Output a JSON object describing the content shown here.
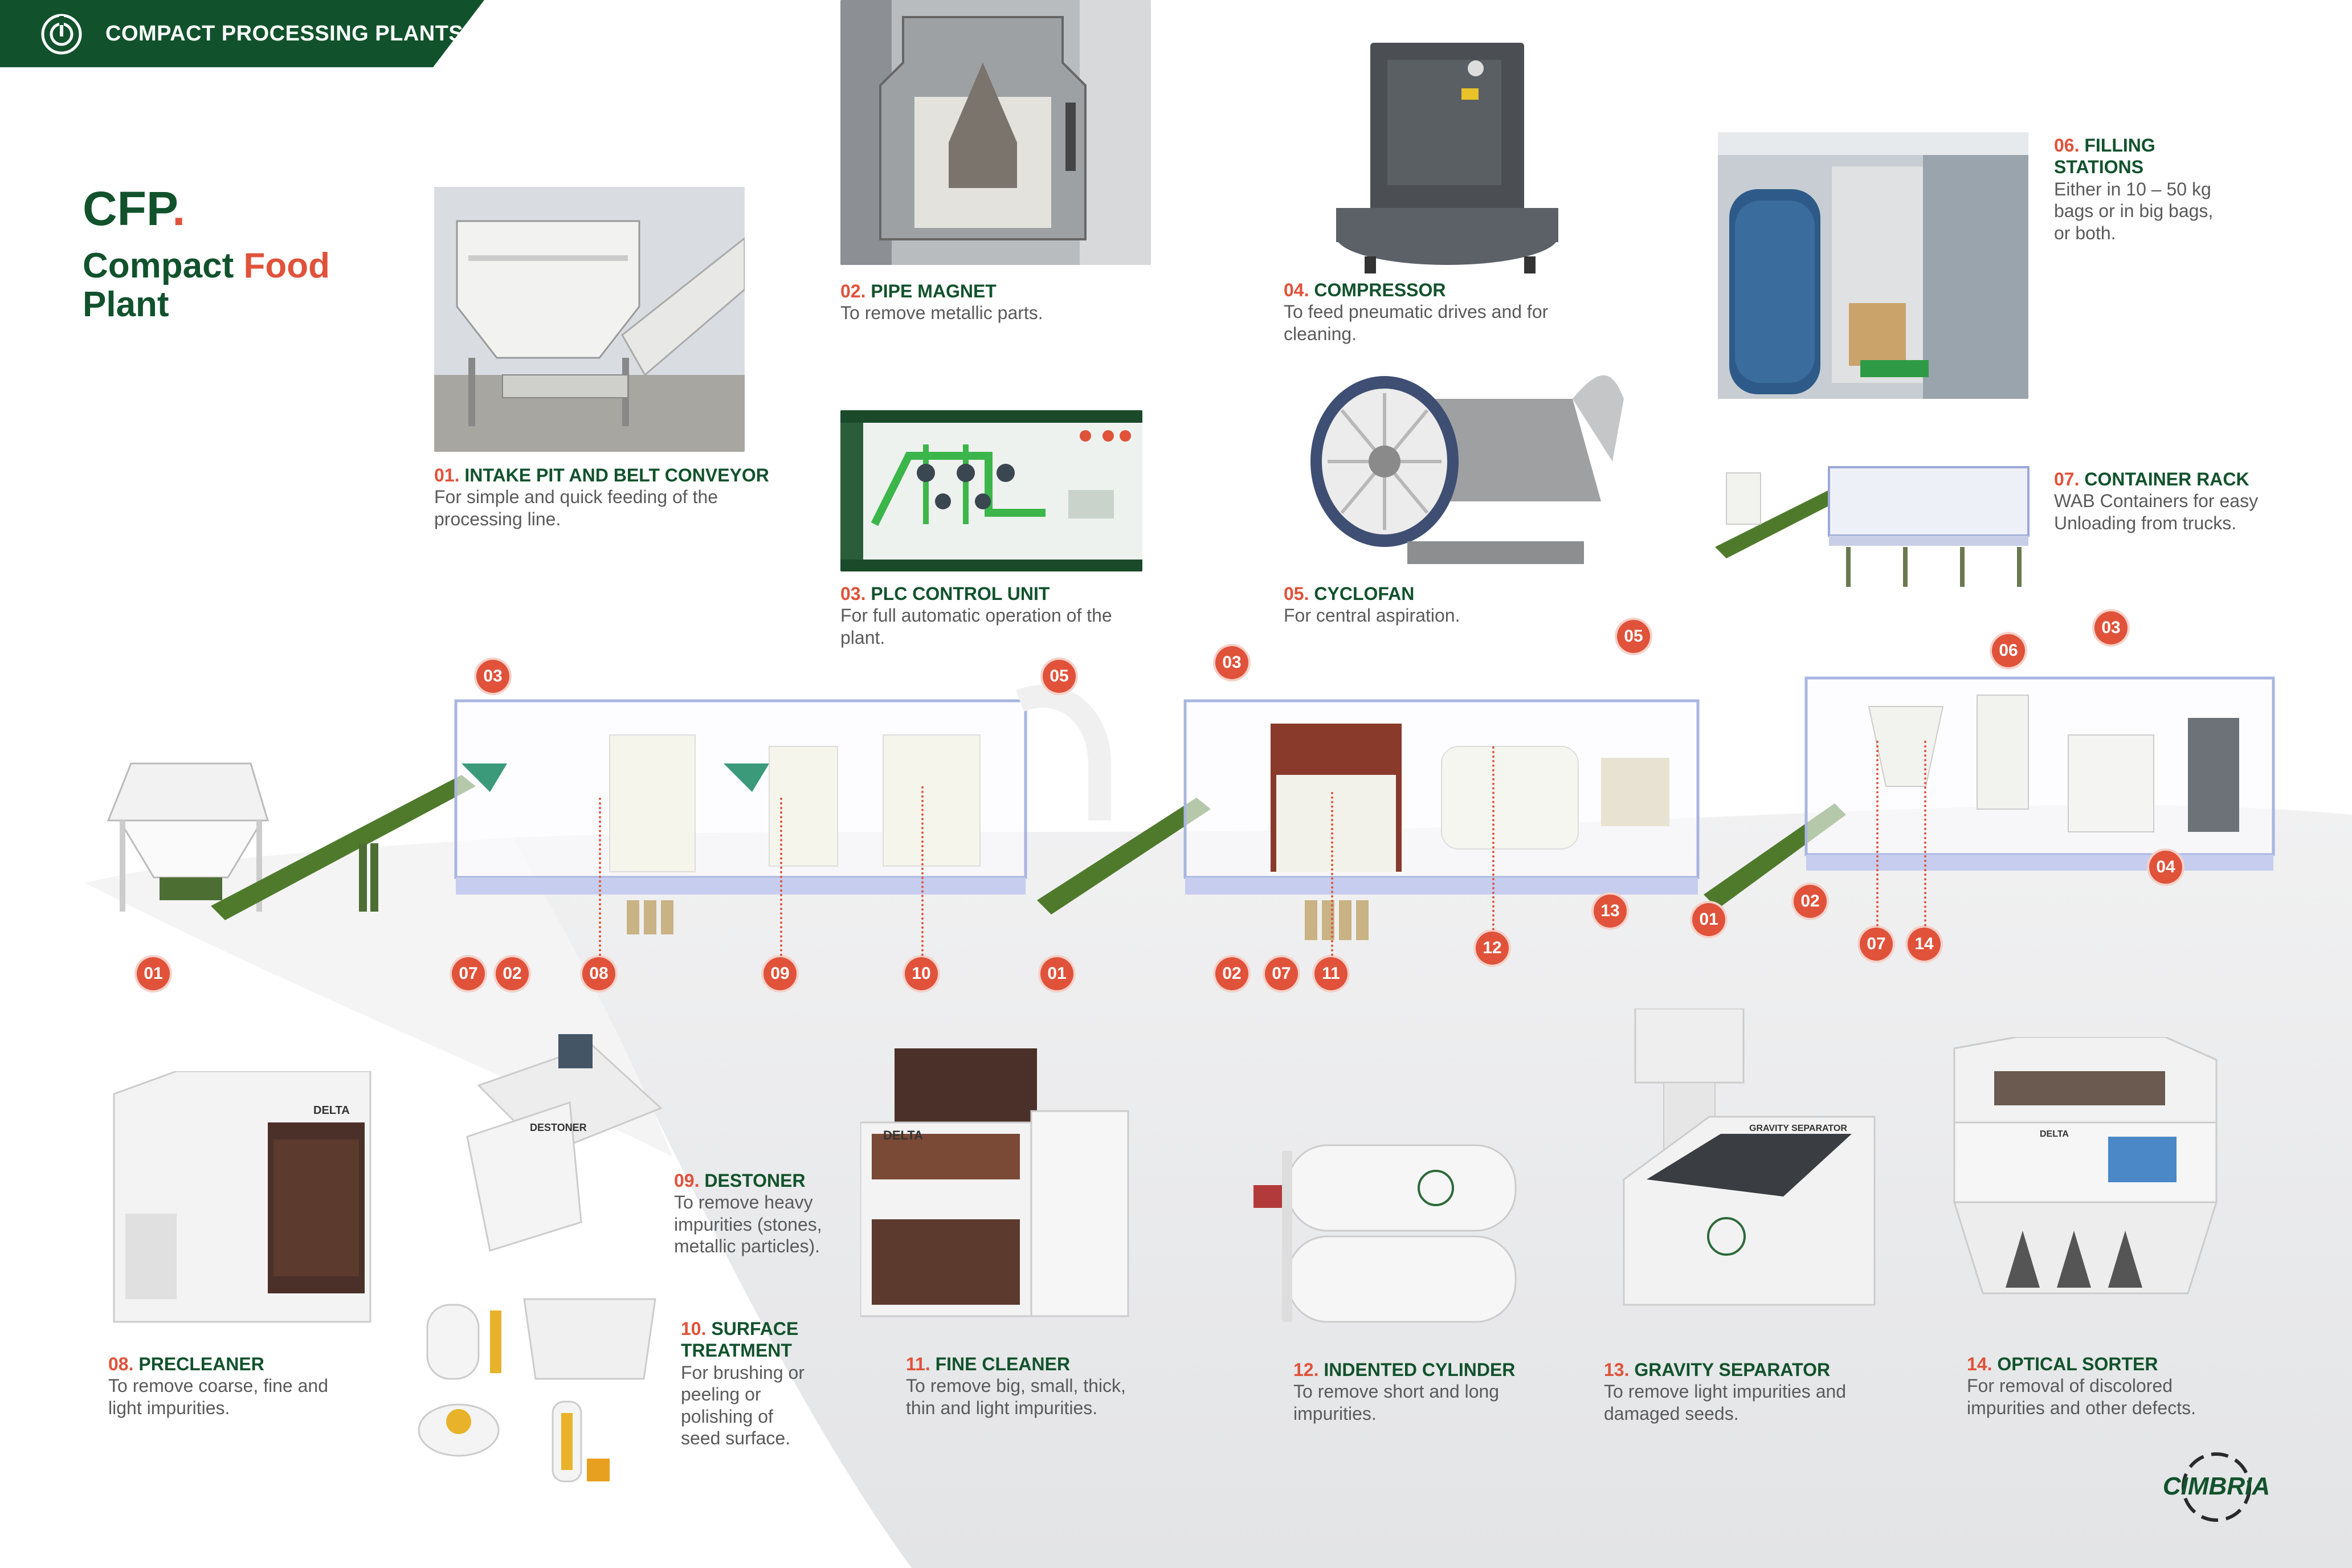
{
  "header": {
    "title": "COMPACT PROCESSING PLANTS"
  },
  "plant": {
    "abbr": "CFP",
    "name_part1": "Compact ",
    "name_accent": "Food",
    "name_part2": " Plant"
  },
  "colors": {
    "green": "#11522c",
    "accent": "#e0523a",
    "gray_floor": "#e6e7e9"
  },
  "items": [
    {
      "num": "01.",
      "title": "INTAKE PIT AND BELT CONVEYOR",
      "desc": "For simple and quick feeding of the processing line."
    },
    {
      "num": "02.",
      "title": "PIPE MAGNET",
      "desc": "To remove metallic parts."
    },
    {
      "num": "03.",
      "title": "PLC CONTROL UNIT",
      "desc": "For full automatic operation of the plant."
    },
    {
      "num": "04.",
      "title": "COMPRESSOR",
      "desc": "To feed pneumatic drives and for cleaning."
    },
    {
      "num": "05.",
      "title": "CYCLOFAN",
      "desc": "For central aspiration."
    },
    {
      "num": "06.",
      "title": "FILLING STATIONS",
      "desc": "Either in 10 – 50 kg bags or in big bags, or both."
    },
    {
      "num": "07.",
      "title": "CONTAINER RACK",
      "desc": "WAB Containers for easy Unloading from trucks."
    },
    {
      "num": "08.",
      "title": "PRECLEANER",
      "desc": "To remove coarse, fine and light impurities."
    },
    {
      "num": "09.",
      "title": "DESTONER",
      "desc": "To remove heavy impurities (stones, metallic particles)."
    },
    {
      "num": "10.",
      "title": "SURFACE TREATMENT",
      "desc": "For brushing or peeling or polishing of seed surface."
    },
    {
      "num": "11.",
      "title": "FINE CLEANER",
      "desc": "To remove big, small, thick, thin and light impurities."
    },
    {
      "num": "12.",
      "title": "INDENTED CYLINDER",
      "desc": "To remove short and long impurities."
    },
    {
      "num": "13.",
      "title": "GRAVITY SEPARATOR",
      "desc": "To remove light impurities and damaged seeds."
    },
    {
      "num": "14.",
      "title": "OPTICAL SORTER",
      "desc": "For removal of discolored impurities and other defects."
    }
  ],
  "markers": [
    "03",
    "05",
    "03",
    "05",
    "06",
    "03",
    "01",
    "07",
    "02",
    "08",
    "09",
    "10",
    "01",
    "02",
    "07",
    "11",
    "12",
    "13",
    "01",
    "02",
    "07",
    "14",
    "04"
  ],
  "machine_labels": {
    "precleaner": "DELTA",
    "destoner": "DESTONER",
    "fine_cleaner": "DELTA",
    "gravity": "GRAVITY SEPARATOR",
    "optical": "DELTA"
  },
  "brand": "CIMBRIA"
}
